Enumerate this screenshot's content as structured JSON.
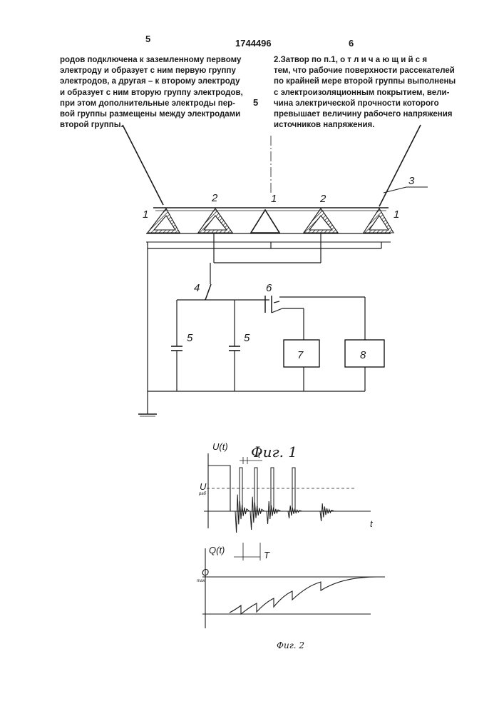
{
  "header": {
    "page_left": "5",
    "patent_number": "1744496",
    "page_right": "6"
  },
  "left_column": [
    "родов подключена к заземленному первому",
    "электроду и образует с ним первую группу",
    "электродов, а другая – к второму электроду",
    "и образует с ним вторую группу электродов,",
    "при этом дополнительные электроды пер-",
    "вой группы размещены между электродами",
    "второй группы."
  ],
  "line_number": "5",
  "right_column": [
    "2.Затвор по п.1, о т л и ч а ю щ и й с я",
    "тем, что рабочие поверхности рассекателей",
    "по крайней мере второй группы выполнены",
    "с электроизоляционным покрытием, вели-",
    "чина электрической прочности которого",
    "превышает величину рабочего напряжения",
    "источников напряжения."
  ],
  "figure1": {
    "caption": "Фиг. 1",
    "labels": {
      "electrode_left": "1",
      "electrode_2a": "2",
      "electrode_center": "1",
      "electrode_2b": "2",
      "electrode_right": "1",
      "hopper": "3",
      "switch": "4",
      "capacitor_a": "5",
      "capacitor_b": "5",
      "relay": "6",
      "block7": "7",
      "block8": "8"
    }
  },
  "figure2": {
    "caption": "Фиг. 2",
    "top_axis_label": "U(t)",
    "top_level_label": "U",
    "top_level_sub": "раб",
    "top_x_label": "t",
    "tau_label": "τ",
    "bottom_axis_label": "Q(t)",
    "bottom_level_label": "Q",
    "bottom_level_sub": "max",
    "period_label": "T"
  }
}
